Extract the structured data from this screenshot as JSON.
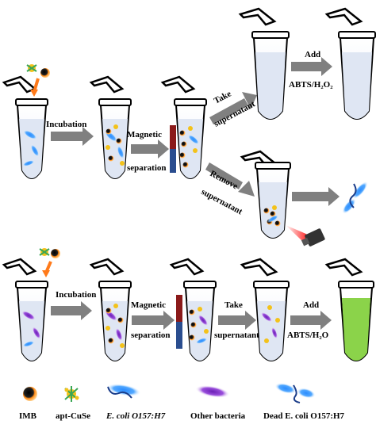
{
  "steps": {
    "top_incubation": "Incubation",
    "top_magnetic_1": "Magnetic",
    "top_magnetic_2": "separation",
    "take_1": "Take",
    "take_2": "supernatant",
    "add_top_1": "Add",
    "add_top_2": "ABTS/H₂O₂",
    "remove_1": "Remove",
    "remove_2": "supernatant",
    "bottom_incubation": "Incubation",
    "bottom_magnetic_1": "Magnetic",
    "bottom_magnetic_2": "separation",
    "bottom_take_1": "Take",
    "bottom_take_2": "supernatant",
    "bottom_add_1": "Add",
    "bottom_add_2": "ABTS/H₂O"
  },
  "legend": {
    "imb": "IMB",
    "apt": "apt-CuSe",
    "ecoli": "E. coli O157:H7",
    "other": "Other bacteria",
    "dead": "Dead E. coli O157:H7"
  },
  "colors": {
    "arrow": "#808080",
    "blue_bacteria": "#1e90ff",
    "purple_bacteria": "#7b2fbe",
    "green_solution": "#8bd34a",
    "magnet_red": "#8b1a1a",
    "magnet_blue": "#2a4d8f",
    "laser": "#ff2020"
  }
}
